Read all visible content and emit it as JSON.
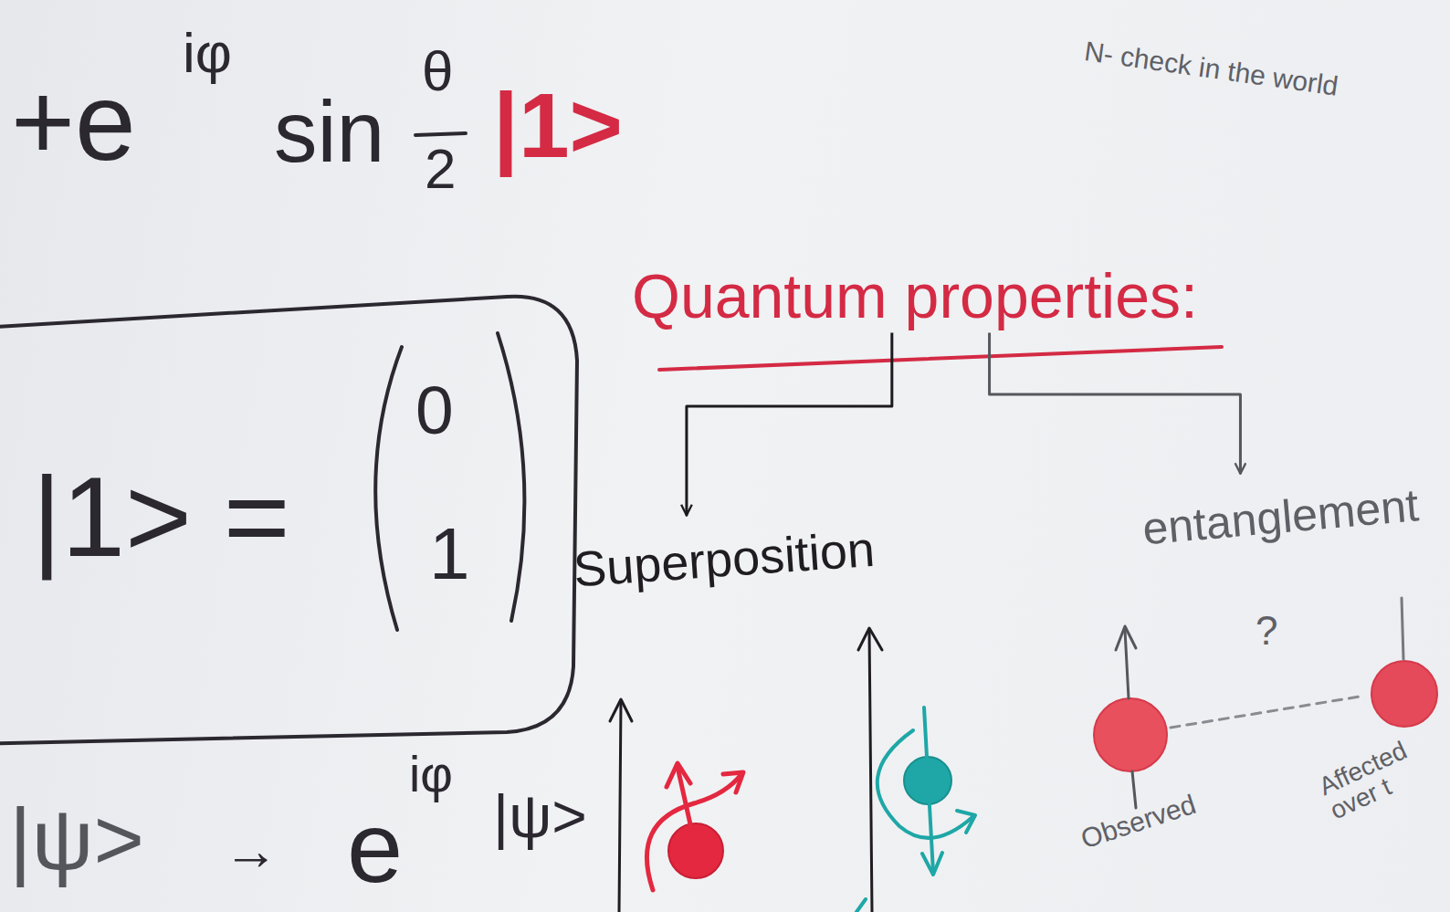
{
  "diagram": {
    "nodes": [
      {
        "text": [
          "|1> =",
          "0",
          "1"
        ]
      },
      {
        "text": [
          "Quantum properties:"
        ]
      },
      {
        "text": [
          "Superposition"
        ]
      },
      {
        "text": [
          "entanglement"
        ]
      }
    ],
    "edges": [
      {
        "from": 1,
        "to": 2,
        "arrow": "to"
      },
      {
        "from": 1,
        "to": 3,
        "arrow": "to"
      }
    ],
    "labels": [
      "+e",
      "iφ",
      "sin",
      "θ",
      "2",
      "|1>",
      "N- check in the world",
      "|ψ>",
      "→",
      "e",
      "iφ",
      "|ψ>",
      "?",
      "Observed",
      "Affected over t"
    ]
  }
}
